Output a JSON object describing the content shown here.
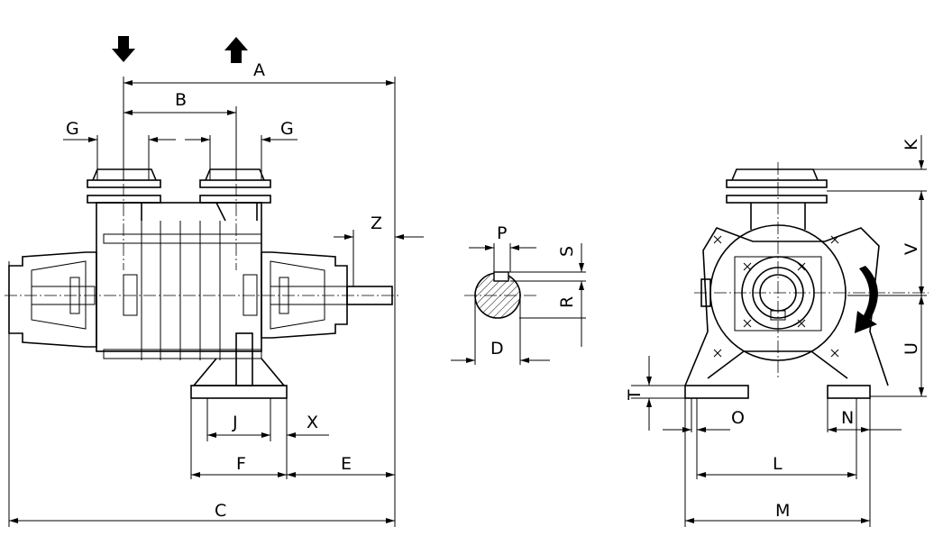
{
  "dimensions": {
    "A": "A",
    "B": "B",
    "G1": "G",
    "G2": "G",
    "Z": "Z",
    "P": "P",
    "S": "S",
    "R": "R",
    "D": "D",
    "K": "K",
    "V": "V",
    "U": "U",
    "T": "T",
    "O": "O",
    "N": "N",
    "J": "J",
    "X": "X",
    "F": "F",
    "E": "E",
    "L": "L",
    "M": "M",
    "C": "C"
  },
  "icons": {
    "inlet": "arrow-down-icon",
    "outlet": "arrow-up-icon",
    "rotation": "curved-arrow-icon"
  }
}
